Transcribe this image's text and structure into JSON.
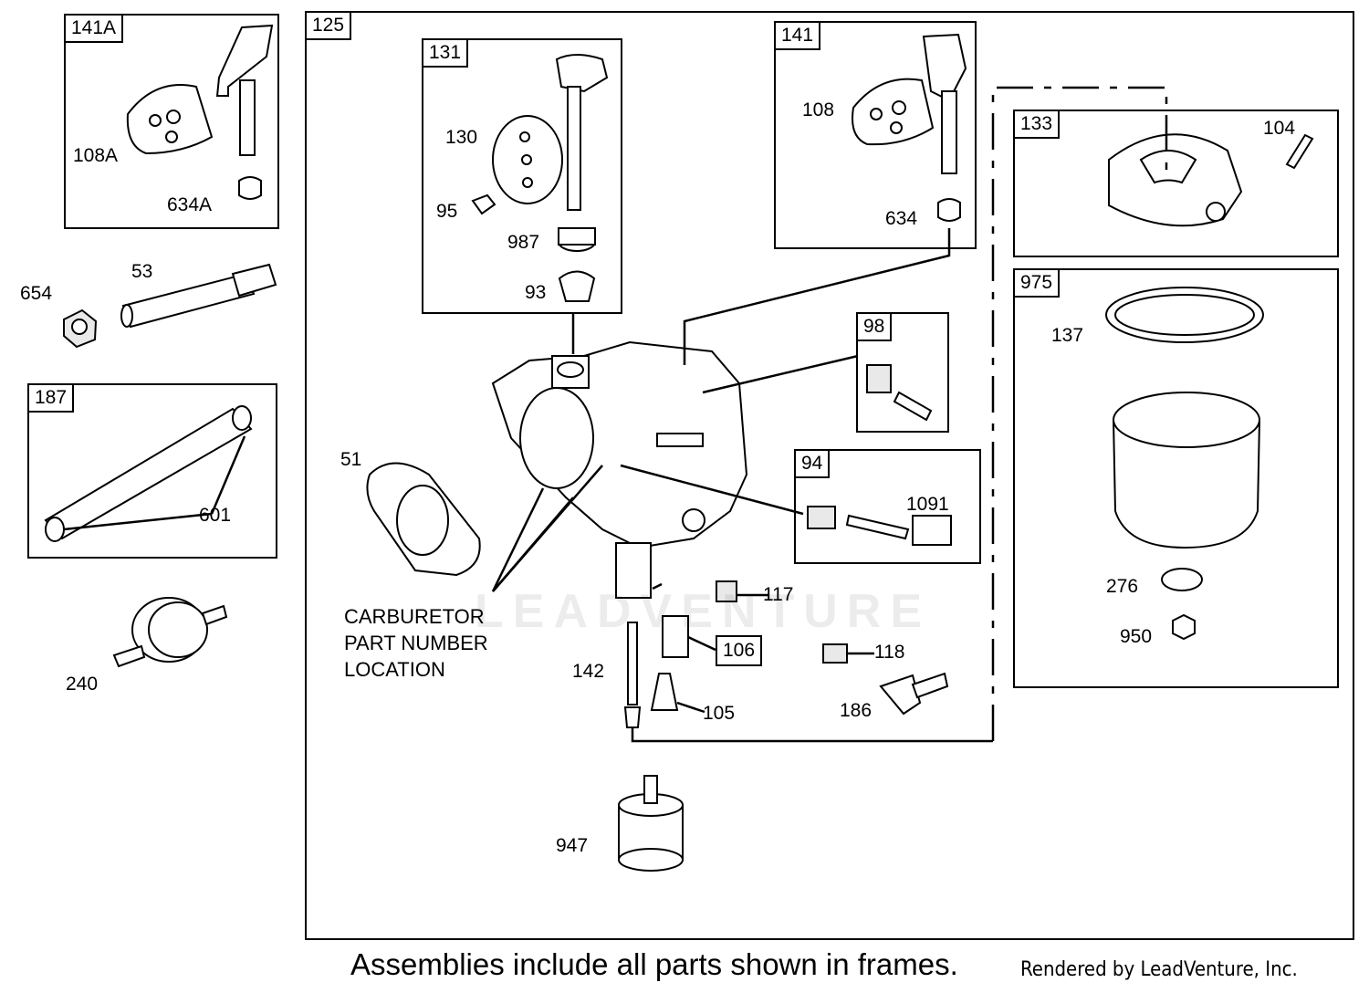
{
  "frames": {
    "f141A": "141A",
    "f125": "125",
    "f131": "131",
    "f141": "141",
    "f133": "133",
    "f975": "975",
    "f187": "187",
    "f98": "98",
    "f94": "94"
  },
  "callouts": {
    "c108A": "108A",
    "c634A": "634A",
    "c654": "654",
    "c53": "53",
    "c601": "601",
    "c240": "240",
    "c130": "130",
    "c95": "95",
    "c987": "987",
    "c93": "93",
    "c108": "108",
    "c634": "634",
    "c104": "104",
    "c137": "137",
    "c276": "276",
    "c950": "950",
    "c51": "51",
    "c1091": "1091",
    "c117": "117",
    "c106": "106",
    "c118": "118",
    "c142": "142",
    "c105": "105",
    "c186": "186",
    "c947": "947"
  },
  "note": "CARBURETOR\nPART NUMBER\nLOCATION",
  "watermark": "LEADVENTURE",
  "footer": {
    "main": "Assemblies include all parts shown in frames.",
    "credit": "Rendered by LeadVenture, Inc."
  }
}
